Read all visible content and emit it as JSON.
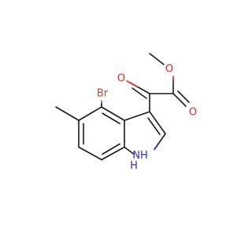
{
  "molecule": {
    "atoms": {
      "bromine": "Br",
      "ketone_oxygen": "O",
      "ester_oxygen_single": "O",
      "ester_oxygen_double": "O",
      "indole_nh": "NH",
      "indole_h": "H"
    },
    "colors": {
      "carbon_bond": "#1a1a1a",
      "oxygen": "#e8281e",
      "nitrogen": "#2828e0",
      "bromine": "#a0522d"
    }
  }
}
